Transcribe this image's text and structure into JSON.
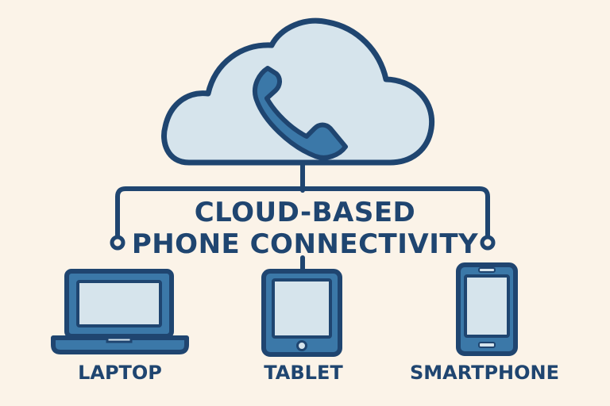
{
  "diagram": {
    "title_line_1": "CLOUD-BASED",
    "title_line_2": "PHONE CONNECTIVITY",
    "central_icon": "phone-icon",
    "devices": [
      {
        "label": "LAPTOP",
        "icon": "laptop-icon"
      },
      {
        "label": "TABLET",
        "icon": "tablet-icon"
      },
      {
        "label": "SMARTPHONE",
        "icon": "smartphone-icon"
      }
    ],
    "colors": {
      "background": "#fbf3e8",
      "outline": "#1f4570",
      "fill_light": "#d6e4ec",
      "fill_accent": "#3b78a8"
    }
  }
}
